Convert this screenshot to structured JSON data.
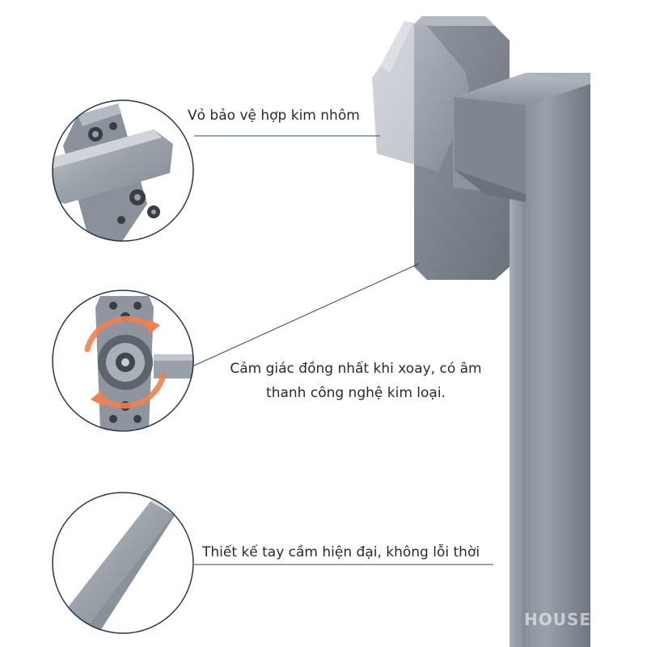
{
  "features": [
    {
      "text": "Vỏ bảo vệ hợp kim nhôm"
    },
    {
      "text": "Cảm giác đồng nhất khi xoay, có âm thanh công nghệ kim loại."
    },
    {
      "text": "Thiết kế tay cầm hiện đại, không lỗi thời"
    }
  ],
  "watermark": "HOUSE",
  "colors": {
    "handle_metal": "#8e959f",
    "circle_border": "#24384d",
    "rotation_arrows": "#f08050",
    "connector_line": "#2f4a63"
  }
}
